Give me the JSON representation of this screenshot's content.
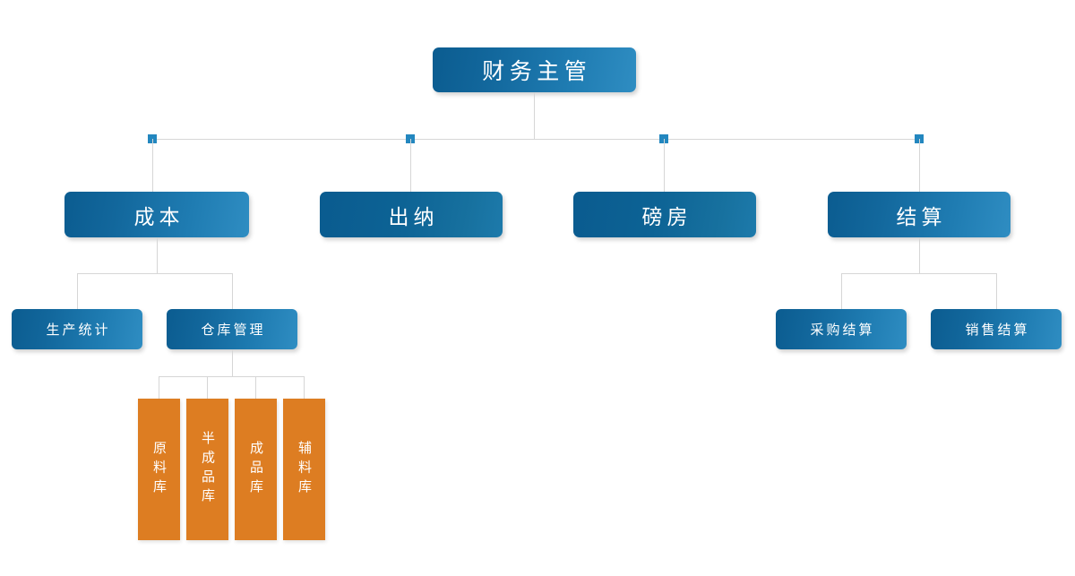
{
  "diagram": {
    "title_text": "财务主管",
    "type": "organizational-chart",
    "colors": {
      "node_blue_dark": "#0b5c90",
      "node_blue_light": "#2f8dc2",
      "warehouse_orange": "#dd7d22",
      "connector_line": "#d6d6d6",
      "marker_blue": "#2387bf",
      "text": "#ffffff",
      "background": "#ffffff"
    },
    "root": {
      "label": "财务主管"
    },
    "level2": [
      {
        "label": "成本"
      },
      {
        "label": "出纳"
      },
      {
        "label": "磅房"
      },
      {
        "label": "结算"
      }
    ],
    "level3_cost": [
      {
        "label": "生产统计"
      },
      {
        "label": "仓库管理"
      }
    ],
    "level3_settlement": [
      {
        "label": "采购结算"
      },
      {
        "label": "销售结算"
      }
    ],
    "warehouses": [
      {
        "label": "原料库"
      },
      {
        "label": "半成品库"
      },
      {
        "label": "成品库"
      },
      {
        "label": "辅料库"
      }
    ]
  }
}
